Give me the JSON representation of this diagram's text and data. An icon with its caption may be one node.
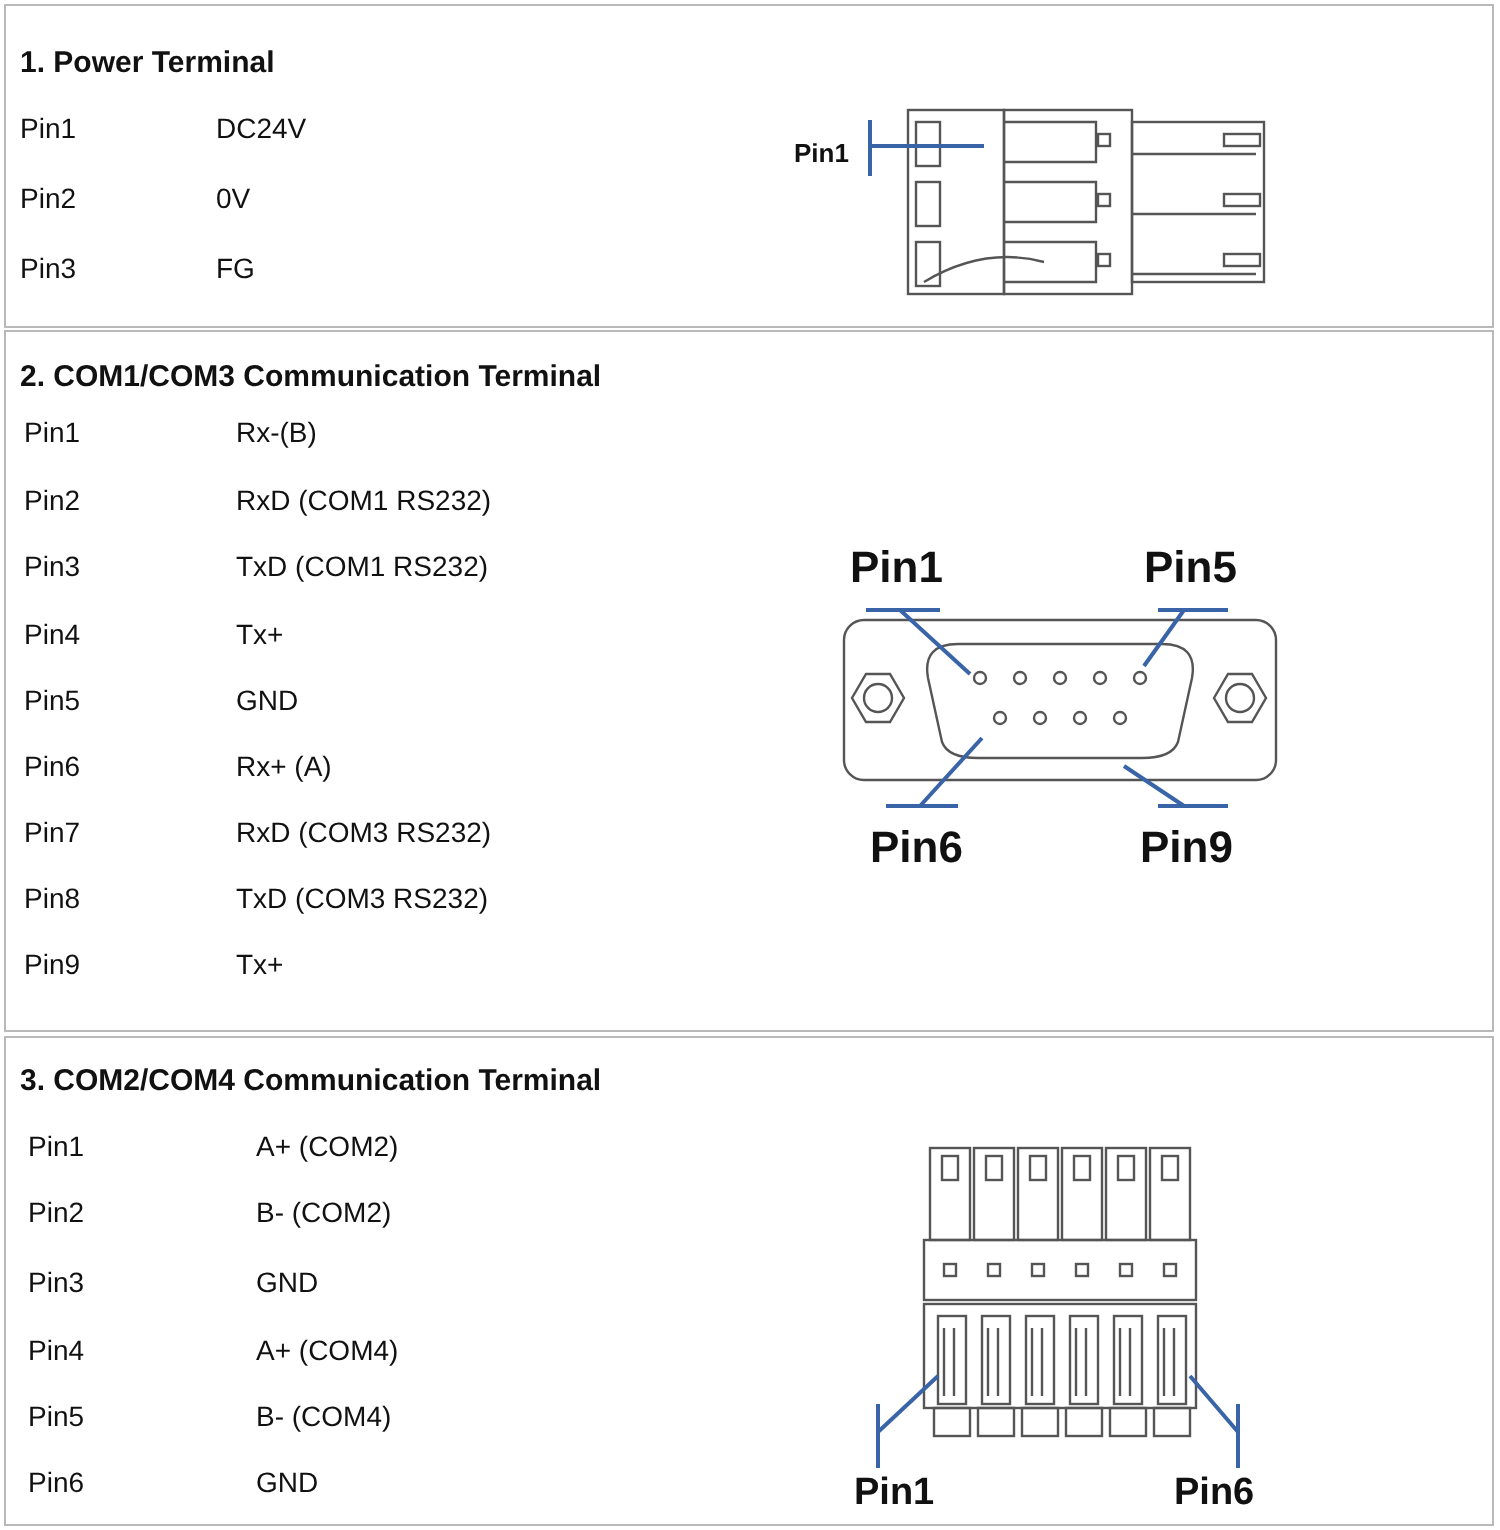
{
  "diagram": {
    "nodes": [
      {
        "text": [
          "1. Power Terminal"
        ]
      },
      {
        "text": [],
        "shape": "picture",
        "in": 0
      },
      {
        "text": [
          "Pin1"
        ],
        "in": 0
      },
      {
        "text": [
          "2. COM1/COM3 Communication Terminal"
        ]
      },
      {
        "text": [],
        "shape": "picture",
        "in": 3
      },
      {
        "text": [
          "Pin1"
        ],
        "in": 3
      },
      {
        "text": [
          "Pin5"
        ],
        "in": 3
      },
      {
        "text": [
          "Pin6"
        ],
        "in": 3
      },
      {
        "text": [
          "Pin9"
        ],
        "in": 3
      },
      {
        "text": [
          "3. COM2/COM4 Communication Terminal"
        ]
      },
      {
        "text": [],
        "shape": "picture",
        "in": 9
      },
      {
        "text": [
          "Pin1"
        ],
        "in": 9
      },
      {
        "text": [
          "Pin6"
        ],
        "in": 9
      }
    ],
    "edges": [
      {
        "from": 2,
        "to": 1,
        "arrow": "none"
      },
      {
        "from": 5,
        "to": 4,
        "arrow": "none"
      },
      {
        "from": 6,
        "to": 4,
        "arrow": "none"
      },
      {
        "from": 7,
        "to": 4,
        "arrow": "none"
      },
      {
        "from": 8,
        "to": 4,
        "arrow": "none"
      },
      {
        "from": 11,
        "to": 10,
        "arrow": "none"
      },
      {
        "from": 12,
        "to": 10,
        "arrow": "none"
      }
    ],
    "labels": [
      "Pin1",
      "DC24V",
      "Pin2",
      "0V",
      "Pin3",
      "FG",
      "Pin1",
      "Rx-(B)",
      "Pin2",
      "RxD (COM1 RS232)",
      "Pin3",
      "TxD (COM1 RS232)",
      "Pin4",
      "Tx+",
      "Pin5",
      "GND",
      "Pin6",
      "Rx+ (A)",
      "Pin7",
      "RxD (COM3 RS232)",
      "Pin8",
      "TxD (COM3 RS232)",
      "Pin9",
      "Tx+",
      "Pin1",
      "A+ (COM2)",
      "Pin2",
      "B- (COM2)",
      "Pin3",
      "GND",
      "Pin4",
      "A+ (COM4)",
      "Pin5",
      "B- (COM4)",
      "Pin6",
      "GND"
    ]
  }
}
